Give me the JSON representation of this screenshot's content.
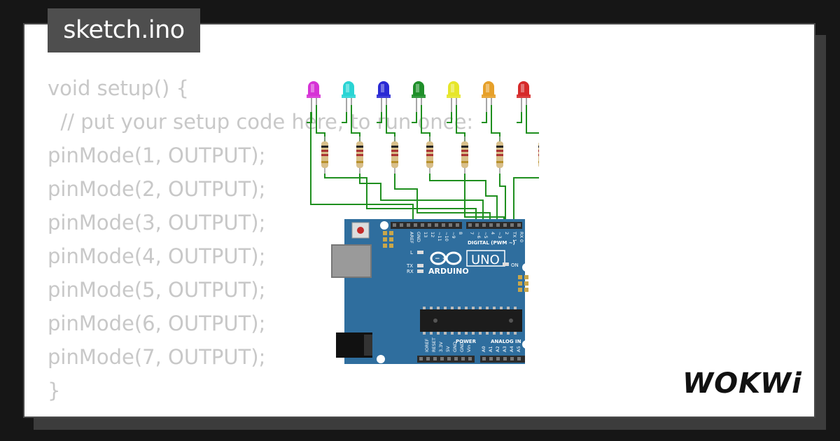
{
  "window": {
    "filename": "sketch.ino",
    "brand": "WOKWi"
  },
  "code": {
    "lines": [
      "void setup() {",
      "  // put your setup code here, to run once:",
      "pinMode(1, OUTPUT);",
      "pinMode(2, OUTPUT);",
      "pinMode(3, OUTPUT);",
      "pinMode(4, OUTPUT);",
      "pinMode(5, OUTPUT);",
      "pinMode(6, OUTPUT);",
      "pinMode(7, OUTPUT);",
      "}"
    ]
  },
  "leds": [
    {
      "color": "#d633d6"
    },
    {
      "color": "#2ad4d4"
    },
    {
      "color": "#2a2ad4"
    },
    {
      "color": "#1f8f2a"
    },
    {
      "color": "#e6e62a"
    },
    {
      "color": "#e6a02a"
    },
    {
      "color": "#d62a2a"
    }
  ],
  "board": {
    "logo": "ARDUINO",
    "model": "UNO",
    "digital_label": "DIGITAL (PWM ~)",
    "on_label": "ON",
    "l_label": "L",
    "tx_label": "TX",
    "rx_label": "RX",
    "aref": "AREF",
    "gnd": "GND",
    "top_pins": [
      "13",
      "12",
      "~11",
      "~10",
      "~9",
      "8",
      "7",
      "~6",
      "~5",
      "4",
      "~3",
      "2",
      "TX 1",
      "RX 0"
    ],
    "power_label": "POWER",
    "analog_label": "ANALOG IN",
    "power_pins": [
      "IOREF",
      "RESET",
      "3.3V",
      "5V",
      "GND",
      "GND",
      "Vin"
    ],
    "analog_pins": [
      "A0",
      "A1",
      "A2",
      "A3",
      "A4",
      "A5"
    ],
    "colors": {
      "board": "#2f6e9e",
      "header": "#2b2b2b",
      "wire": "#1f8f1f"
    }
  }
}
